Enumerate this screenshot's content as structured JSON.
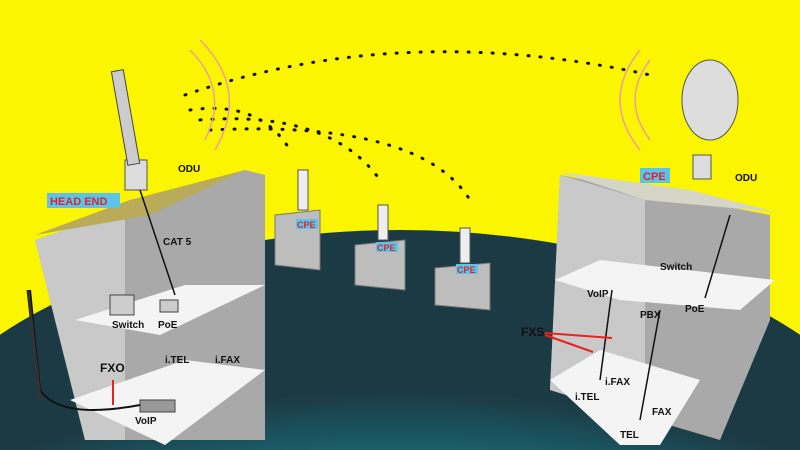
{
  "colors": {
    "sky": "#fbf500",
    "earth_dark": "#1c3a44",
    "earth_teal": "#16909c",
    "tag_bg": "#5ec3e8",
    "tag_text": "#d8262c",
    "arrow": "#e8221c"
  },
  "head_end": {
    "title": "HEAD END",
    "odu": "ODU",
    "cable": "CAT 5",
    "switch": "Switch",
    "poe": "PoE",
    "itel": "i.TEL",
    "ifax": "i.FAX",
    "fxo": "FXO",
    "voip": "VoIP"
  },
  "remote_cpes": [
    "CPE",
    "CPE",
    "CPE"
  ],
  "customer": {
    "title": "CPE",
    "odu": "ODU",
    "switch": "Switch",
    "voip": "VoIP",
    "pbx": "PBX",
    "poe": "PoE",
    "fxs": "FXS",
    "ifax": "i.FAX",
    "itel": "i.TEL",
    "fax": "FAX",
    "tel": "TEL"
  }
}
